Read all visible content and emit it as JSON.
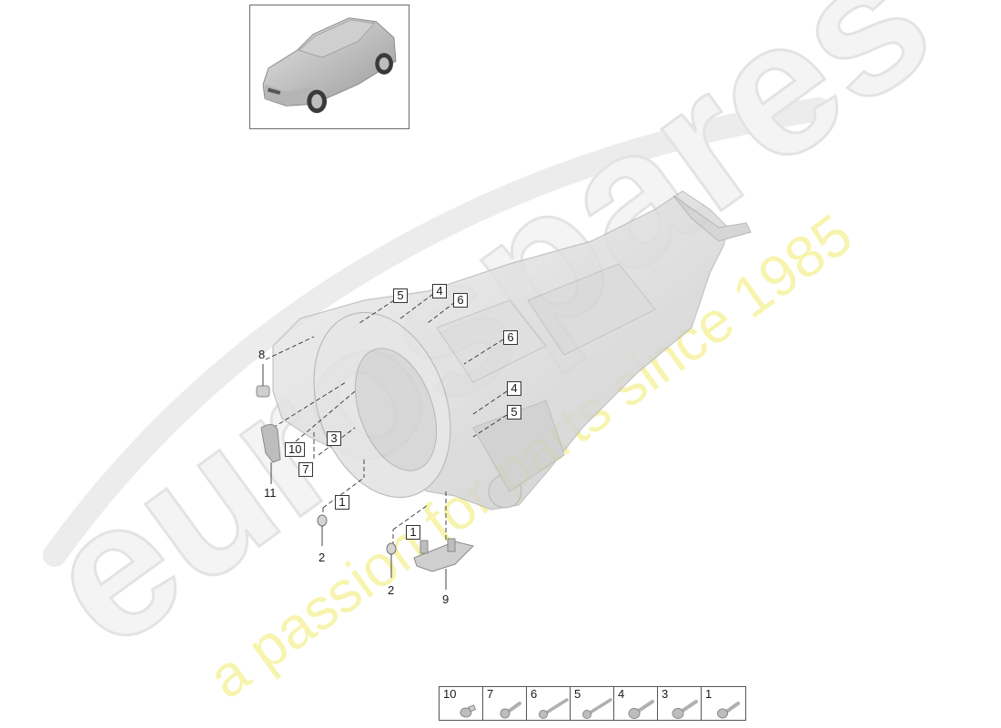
{
  "thumbnail": {
    "label": "vehicle-overview",
    "description": "Porsche Macan SUV isometric view"
  },
  "watermark": {
    "brand": "eurospares",
    "tagline": "a passion for parts since 1985",
    "brand_color": "#e8e8e8",
    "tagline_color": "#f2f08a"
  },
  "callouts": {
    "c5_top": "5",
    "c4_top": "4",
    "c6_top": "6",
    "c6_mid": "6",
    "c4_mid": "4",
    "c5_mid": "5",
    "c3": "3",
    "c10": "10",
    "c7": "7",
    "c1_left": "1",
    "c1_right": "1",
    "p8": "8",
    "p11": "11",
    "p2_left": "2",
    "p2_right": "2",
    "p9": "9"
  },
  "hardware_table": {
    "cells": [
      {
        "num": "10",
        "icon": "short-flange-bolt"
      },
      {
        "num": "7",
        "icon": "medium-bolt"
      },
      {
        "num": "6",
        "icon": "long-bolt"
      },
      {
        "num": "5",
        "icon": "long-bolt"
      },
      {
        "num": "4",
        "icon": "flange-bolt"
      },
      {
        "num": "3",
        "icon": "flange-bolt"
      },
      {
        "num": "1",
        "icon": "flange-bolt"
      }
    ]
  },
  "colors": {
    "line": "#333333",
    "part_fill": "#d9d9d9",
    "part_shadow": "#bdbdbd"
  }
}
